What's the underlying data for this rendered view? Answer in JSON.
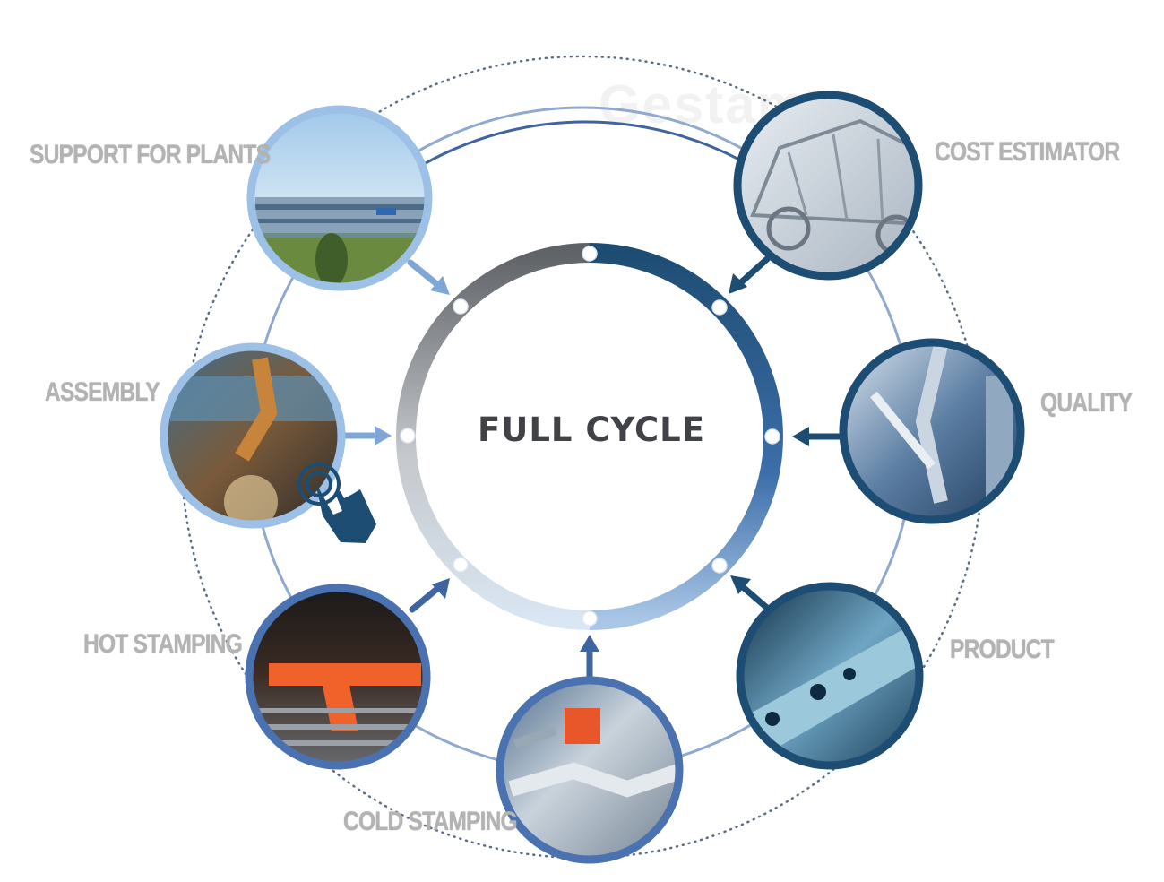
{
  "center": {
    "title": "FULL CYCLE"
  },
  "watermark": "Gestamp",
  "stages": [
    {
      "id": "support",
      "label": "SUPPORT FOR PLANTS",
      "icon": "factory-building-photo"
    },
    {
      "id": "cost",
      "label": "COST ESTIMATOR",
      "icon": "car-body-photo"
    },
    {
      "id": "quality",
      "label": "QUALITY",
      "icon": "measuring-arm-photo"
    },
    {
      "id": "product",
      "label": "PRODUCT",
      "icon": "metal-part-photo"
    },
    {
      "id": "cold",
      "label": "COLD STAMPING",
      "icon": "stamping-die-photo"
    },
    {
      "id": "hot",
      "label": "HOT STAMPING",
      "icon": "hot-blank-photo"
    },
    {
      "id": "assembly",
      "label": "ASSEMBLY",
      "icon": "welding-robot-photo"
    }
  ],
  "colors": {
    "dark_blue": "#1e4d73",
    "mid_blue": "#4a72b0",
    "light_blue": "#8fb4dc",
    "gray": "#5f6266",
    "label_gray": "#b3b3b3"
  }
}
